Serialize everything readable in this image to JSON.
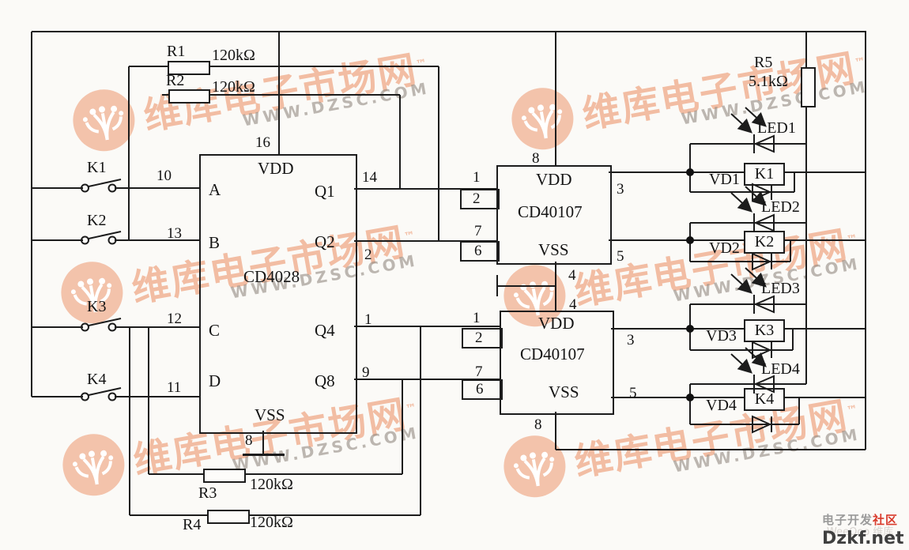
{
  "watermark": {
    "brand": "维库电子市场网",
    "tm": "™",
    "url": "WWW.DZSC.COM"
  },
  "resistors": {
    "r1": {
      "ref": "R1",
      "value": "120kΩ"
    },
    "r2": {
      "ref": "R2",
      "value": "120kΩ"
    },
    "r3": {
      "ref": "R3",
      "value": "120kΩ"
    },
    "r4": {
      "ref": "R4",
      "value": "120kΩ"
    },
    "r5": {
      "ref": "R5",
      "value": "5.1kΩ"
    }
  },
  "switches": {
    "k1": "K1",
    "k2": "K2",
    "k3": "K3",
    "k4": "K4"
  },
  "decoder": {
    "part": "CD4028",
    "vdd": "VDD",
    "vss": "VSS",
    "pin_vdd": "16",
    "pin_vss": "8",
    "in_a": "A",
    "in_b": "B",
    "in_c": "C",
    "in_d": "D",
    "pin_a": "10",
    "pin_b": "13",
    "pin_c": "12",
    "pin_d": "11",
    "out_q1": "Q1",
    "out_q2": "Q2",
    "out_q4": "Q4",
    "out_q8": "Q8",
    "pin_q1": "14",
    "pin_q2": "2",
    "pin_q4": "1",
    "pin_q8": "9"
  },
  "gate1": {
    "part": "CD40107",
    "vdd": "VDD",
    "vss": "VSS",
    "pin_vdd": "8",
    "pin_vss": "4",
    "pin_in1": "1",
    "pin_in2": "2",
    "pin_in3": "7",
    "pin_in4": "6",
    "pin_out1": "3",
    "pin_out2": "5"
  },
  "gate2": {
    "part": "CD40107",
    "vdd": "VDD",
    "vss": "VSS",
    "pin_vdd": "4",
    "pin_vss": "8",
    "pin_in1": "1",
    "pin_in2": "2",
    "pin_in3": "7",
    "pin_in4": "6",
    "pin_out1": "3",
    "pin_out2": "5"
  },
  "channels": {
    "c1": {
      "led": "LED1",
      "relay": "K1",
      "diode": "VD1"
    },
    "c2": {
      "led": "LED2",
      "relay": "K2",
      "diode": "VD2"
    },
    "c3": {
      "led": "LED3",
      "relay": "K3",
      "diode": "VD3"
    },
    "c4": {
      "led": "LED4",
      "relay": "K4",
      "diode": "VD4"
    }
  },
  "footer": {
    "community_gray": "电子开发",
    "community_red": "社区",
    "brand": "Dzkf.net",
    "brand_watermark": "WeeQoo 维库"
  }
}
